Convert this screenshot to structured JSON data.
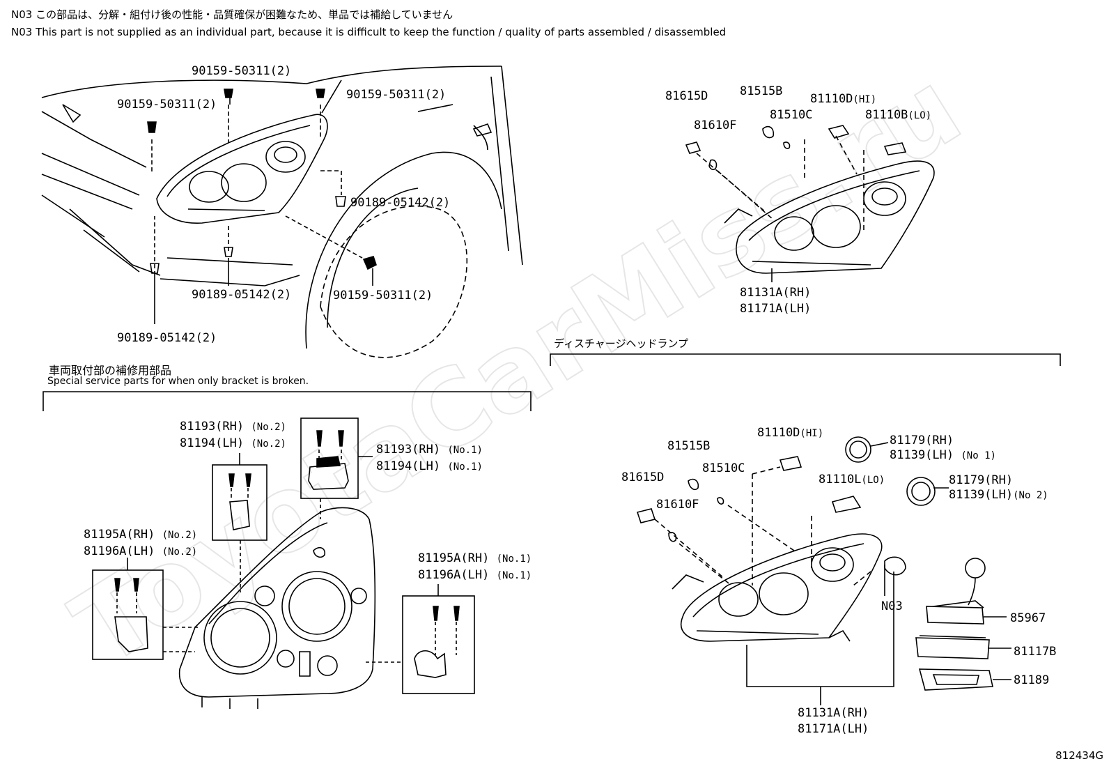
{
  "notes": {
    "jp": "N03 この部品は、分解・組付け後の性能・品質確保が困難なため、単品では補給していません",
    "en": "N03 This part is not supplied as an individual part, because it is difficult to keep the function / quality of parts assembled / disassembled"
  },
  "sections": {
    "discharge_jp": "ディスチャージヘッドランプ",
    "bracket_jp": "車両取付部の補修用部品",
    "bracket_en": "Special service parts for when only bracket is broken."
  },
  "watermark": "ToyotaCarMiss.ru",
  "diagram_code": "812434G",
  "labels": {
    "top_left": [
      "90159-50311(2)",
      "90159-50311(2)",
      "90159-50311(2)",
      "90189-05142(2)",
      "90189-05142(2)",
      "90159-50311(2)",
      "90189-05142(2)"
    ],
    "top_right": {
      "p81615D": "81615D",
      "p81610F": "81610F",
      "p81515B": "81515B",
      "p81510C": "81510C",
      "p81110D": "81110D",
      "hi": "(HI)",
      "p81110B": "81110B",
      "lo": "(LO)",
      "p81131A": "81131A(RH)",
      "p81171A": "81171A(LH)"
    },
    "bracket": {
      "b1a": "81193(RH)",
      "b1b": "81194(LH)",
      "no2": "(No.2)",
      "no1": "(No.1)",
      "b2a": "81193(RH)",
      "b2b": "81194(LH)",
      "b3a": "81195A(RH)",
      "b3b": "81196A(LH)",
      "b4a": "81195A(RH)",
      "b4b": "81196A(LH)"
    },
    "discharge": {
      "p81110D": "81110D",
      "hi": "(HI)",
      "p81515B": "81515B",
      "p81510C": "81510C",
      "p81615D": "81615D",
      "p81610F": "81610F",
      "p81110L": "81110L",
      "lo": "(LO)",
      "p81179a": "81179(RH)",
      "p81139a": "81139(LH)",
      "no1": "(No 1)",
      "p81179b": "81179(RH)",
      "p81139b": "81139(LH)",
      "no2": "(No 2)",
      "n03": "N03",
      "p85967": "85967",
      "p81117B": "81117B",
      "p81189": "81189",
      "p81131A": "81131A(RH)",
      "p81171A": "81171A(LH)"
    }
  }
}
